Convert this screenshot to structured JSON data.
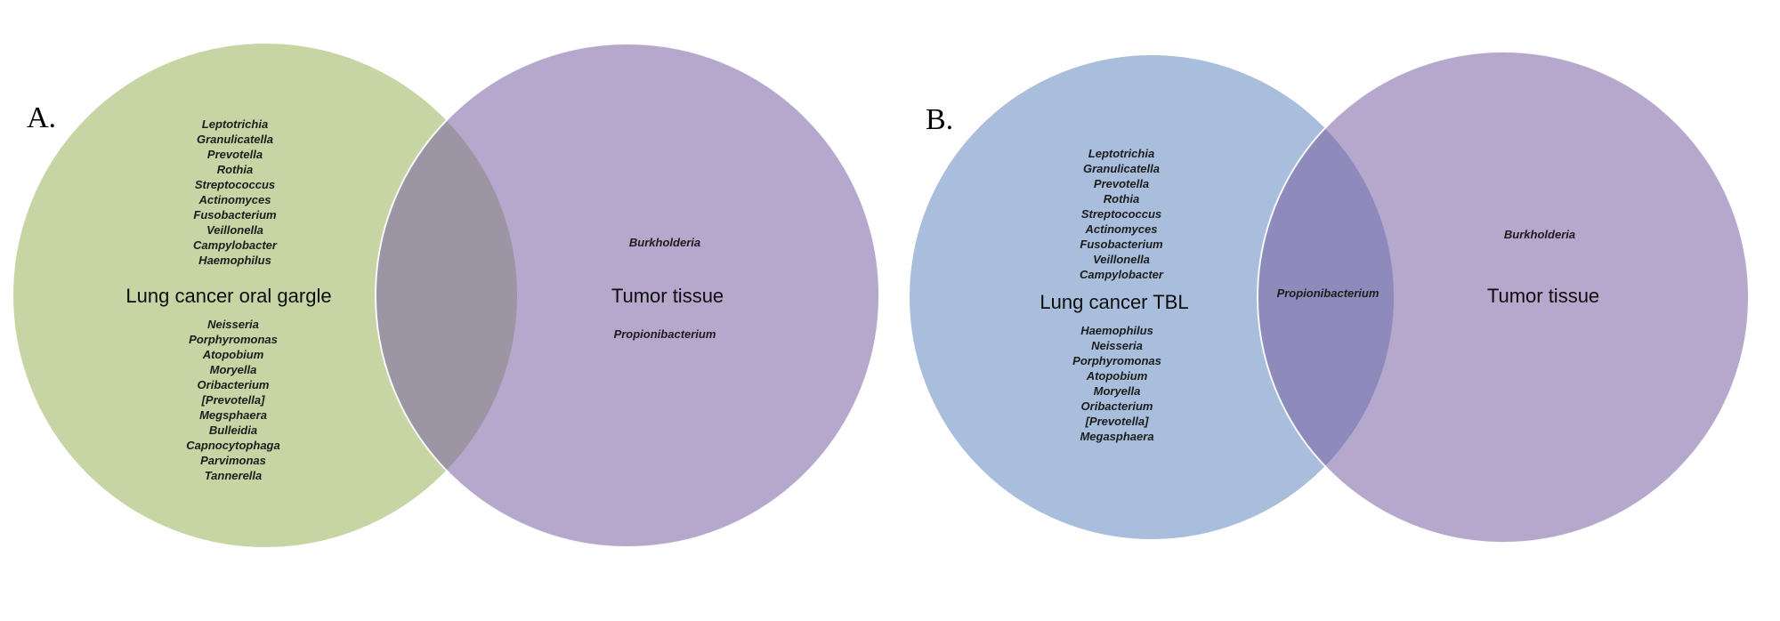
{
  "figure": {
    "panels": [
      {
        "label": "A.",
        "left_circle": {
          "title": "Lung cancer oral gargle",
          "fill": "#c7d5a4",
          "items_top": [
            "Leptotrichia",
            "Granulicatella",
            "Prevotella",
            "Rothia",
            "Streptococcus",
            "Actinomyces",
            "Fusobacterium",
            "Veillonella",
            "Campylobacter",
            "Haemophilus"
          ],
          "items_bottom": [
            "Neisseria",
            "Porphyromonas",
            "Atopobium",
            "Moryella",
            "Oribacterium",
            "[Prevotella]",
            "Megsphaera",
            "Bulleidia",
            "Capnocytophaga",
            "Parvimonas",
            "Tannerella"
          ]
        },
        "right_circle": {
          "title": "Tumor tissue",
          "fill": "rgba(120,97,162,0.55)",
          "items_top": [
            "Burkholderia"
          ],
          "items_bottom": [
            "Propionibacterium"
          ]
        },
        "intersection_items": []
      },
      {
        "label": "B.",
        "left_circle": {
          "title": "Lung cancer TBL",
          "fill": "#a8bedc",
          "items_top": [
            "Leptotrichia",
            "Granulicatella",
            "Prevotella",
            "Rothia",
            "Streptococcus",
            "Actinomyces",
            "Fusobacterium",
            "Veillonella",
            "Campylobacter"
          ],
          "items_bottom": [
            "Haemophilus",
            "Neisseria",
            "Porphyromonas",
            "Atopobium",
            "Moryella",
            "Oribacterium",
            "[Prevotella]",
            "Megasphaera"
          ]
        },
        "right_circle": {
          "title": "Tumor tissue",
          "fill": "rgba(120,97,162,0.55)",
          "items_top": [
            "Burkholderia"
          ],
          "items_bottom": []
        },
        "intersection_items": [
          "Propionibacterium"
        ]
      }
    ]
  }
}
